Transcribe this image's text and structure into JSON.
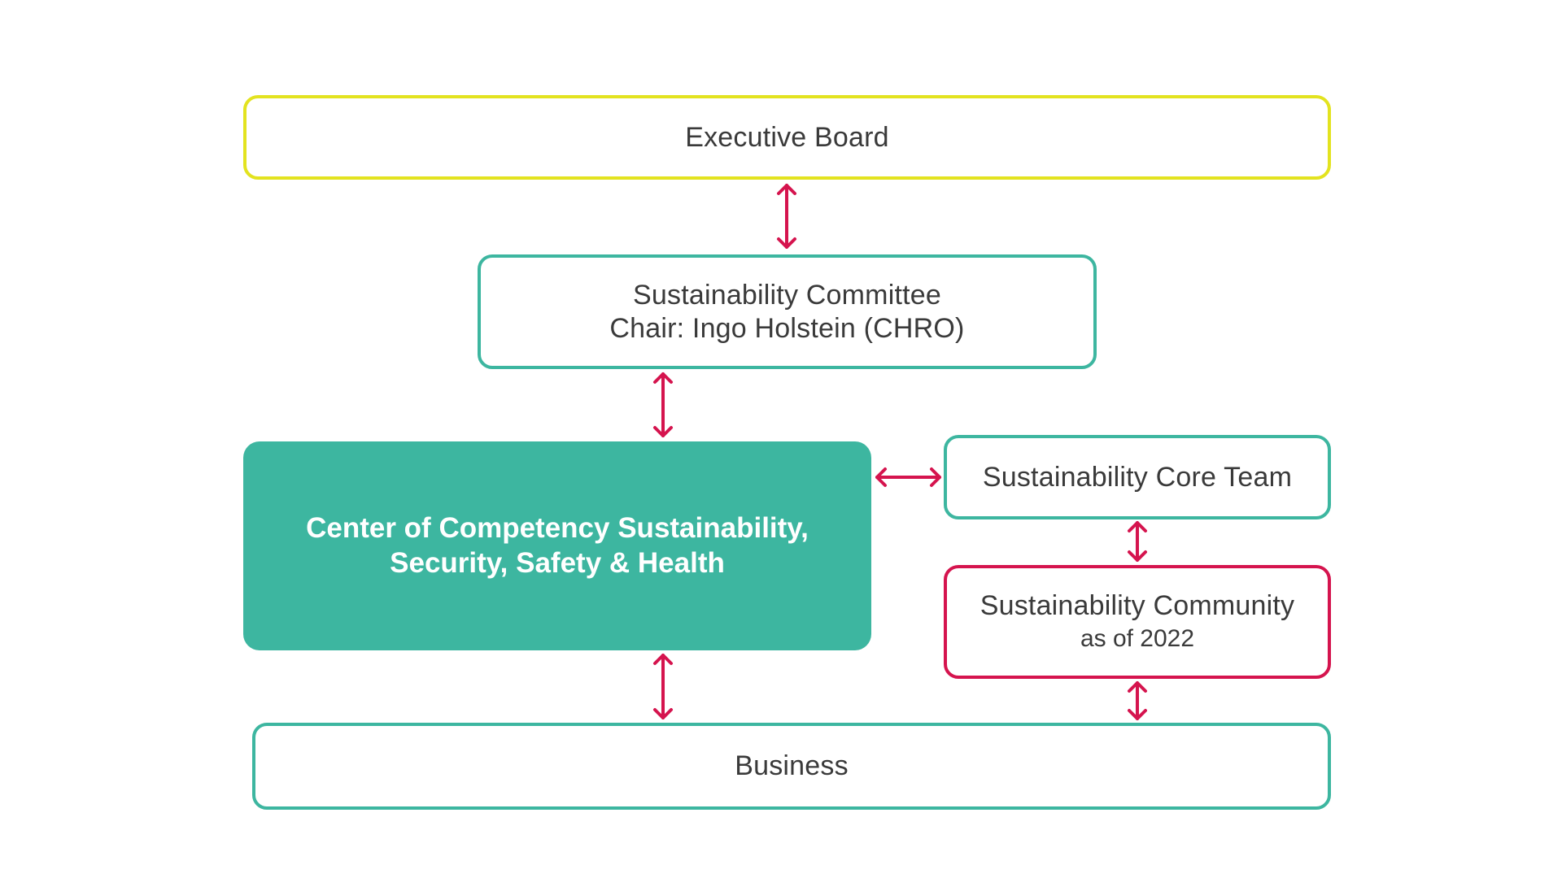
{
  "colors": {
    "yellow": "#e3e31f",
    "teal": "#3db6a0",
    "red": "#d5144e",
    "text": "#3a3a3a"
  },
  "executive_board": {
    "label": "Executive Board"
  },
  "sustainability_committee": {
    "title": "Sustainability Committee",
    "chair": "Chair: Ingo Holstein (CHRO)"
  },
  "center_of_competency": {
    "line1": "Center of Competency Sustainability,",
    "line2": "Security, Safety & Health"
  },
  "core_team": {
    "label": "Sustainability Core Team"
  },
  "community": {
    "title": "Sustainability Community",
    "subtitle": "as of 2022"
  },
  "business": {
    "label": "Business"
  }
}
